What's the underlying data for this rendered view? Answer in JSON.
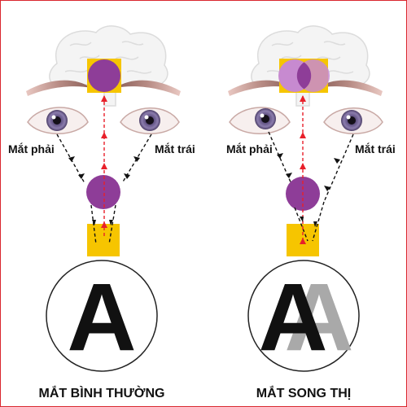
{
  "colors": {
    "border": "#d9262e",
    "gold": "#f6c500",
    "purple": "#8e3d98",
    "purple_light": "#c78ad0",
    "red_arrow": "#e8202a",
    "black_arrow": "#111111",
    "ghost_letter": "#a9a9a9"
  },
  "left_panel": {
    "right_eye_label": "Mắt phải",
    "left_eye_label": "Mắt trái",
    "letter": "A",
    "caption": "MẮT BÌNH THƯỜNG"
  },
  "right_panel": {
    "right_eye_label": "Mắt phải",
    "left_eye_label": "Mắt trái",
    "letter": "A",
    "ghost_letter": "A",
    "caption": "MẮT SONG THỊ"
  },
  "icons": [
    "brain-icon",
    "eye-icon",
    "eyebrow-icon",
    "arrow-icon"
  ]
}
